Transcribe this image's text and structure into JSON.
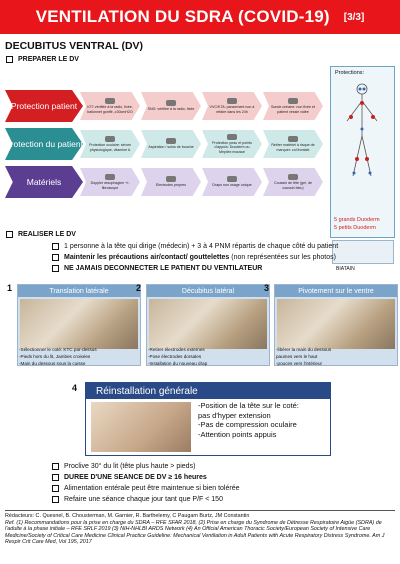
{
  "header": {
    "title": "VENTILATION DU SDRA (COVID-19)",
    "page": "[3/3]"
  },
  "section_title": "DECUBITUS VENTRAL (DV)",
  "prepare": {
    "label": "PREPARER LE DV"
  },
  "rows": [
    {
      "label": "Protection patient",
      "color": "#d31e22",
      "steps": [
        "IOT: vérifiée à la radio, fixée, ballonnet gonflé, ≥30cmH2O",
        "SNG: vérifiée à la radio, fixée",
        "VVC/KTA: pansement non à refaire dans les 24h",
        "Sonde urinaire: non fixée et patient vessie vidée"
      ]
    },
    {
      "label": "Protection du patient",
      "color": "#2a8e93",
      "steps": [
        "Protection oculaire: sérum physiologique, vitamine A",
        "Aspiration / soins de bouche",
        "Protection peau et points d'appuis: Duoderm ou Mepilex mousse",
        "Retirer matériel à risque de marquer: col frontale"
      ]
    },
    {
      "label": "Matériels",
      "color": "#5b3d92",
      "steps": [
        "Doppler œsophagien +/- fibroscope",
        "Electrodes propres",
        "Draps non usage unique",
        "Coussin de tête (gel, de coussin bleu)"
      ]
    }
  ],
  "protections": {
    "label": "Protections:",
    "big": "5 grands Duoderm",
    "small": "5 petits Duoderm",
    "product": "BIATAIN"
  },
  "realise": {
    "label": "REALISER LE DV",
    "items": [
      "1 personne à la tête qui dirige (médecin) + 3 à 4 PNM répartis de chaque côté du patient",
      "Maintenir les précautions air/contact/ gouttelettes",
      "(non représentées sur les photos)",
      "NE JAMAIS DECONNECTER LE PATIENT DU VENTILATEUR"
    ]
  },
  "steps": [
    {
      "num": "1",
      "title": "Translation latérale",
      "desc": [
        "-Sélectionner le coté: KTC par-dessus",
        "-Pieds hors du lit, Jambes croisées",
        "-Main du dessous sous la cuisse"
      ]
    },
    {
      "num": "2",
      "title": "Décubitus latéral",
      "desc": [
        "-Retirer électrodes externes",
        "-Pose électrodes dorsales",
        "-Installation du nouveau drap"
      ]
    },
    {
      "num": "3",
      "title": "Pivotement sur le ventre",
      "desc": [
        "-libérer la main du dessous",
        "paumes vers le haut",
        "-pouces vers l'intérieur"
      ]
    }
  ],
  "reinstall": {
    "num": "4",
    "title": "Réinstallation générale",
    "lines": [
      "-Position de la tête sur le coté:",
      "pas d'hyper extension",
      "-Pas de compression oculaire",
      "-Attention points appuis"
    ]
  },
  "after": [
    "Proclive 30° du lit (tête plus haute > pieds)",
    "DUREE D'UNE SEANCE DE DV ≥ 16 heures",
    "Alimentation entérale peut être  maintenue si bien tolérée",
    "Refaire une séance  chaque jour tant que P/F < 150"
  ],
  "footer": {
    "authors": "Rédacteurs: C. Quesnel, B. Chousterman, M. Garnier, R. Barthelemy, C Paugam Burtz, JM Constantin",
    "refs": "Ref. (1) Recommandations pour la prise en charge du SDRA – RFE SFAR 2018, (2) Prise en charge du Syndrome de Détresse Respiratoire Aigüe (SDRA) de l'adulte à la phase initiale – RFE SRLF 2019 (3) NIH-NHLBI ARDS Network (4) An Official American Thoracic Society/European Society of Intensive Care Medicine/Society of Critical Care Medicine Clinical Practice Guideline: Mechanical Ventilation in Adult Patients with Acute Respiratory Distress Syndrome. Am J Respir Crit Care Med, Vol 195, 2017"
  }
}
